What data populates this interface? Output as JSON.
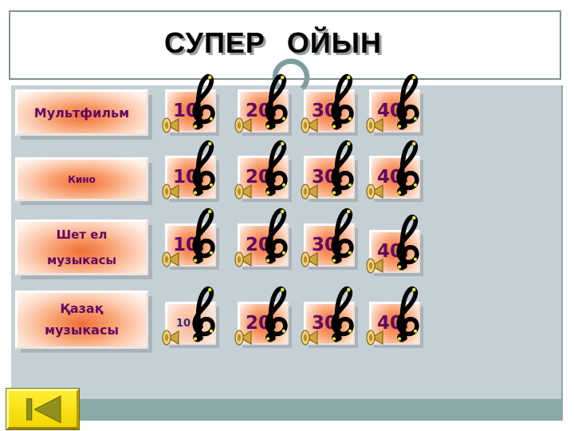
{
  "header": {
    "title": "СУПЕР ОЙЫН"
  },
  "categories": [
    {
      "label": "Мультфильм"
    },
    {
      "label": "Кино"
    },
    {
      "label": "Шет ел музыкасы"
    },
    {
      "label": "Қазақ музыкасы"
    }
  ],
  "grid": {
    "rows": [
      {
        "cells": [
          {
            "points": "10"
          },
          {
            "points": "20"
          },
          {
            "points": "30"
          },
          {
            "points": "40"
          }
        ]
      },
      {
        "cells": [
          {
            "points": "10"
          },
          {
            "points": "20"
          },
          {
            "points": "30"
          },
          {
            "points": "40"
          }
        ]
      },
      {
        "cells": [
          {
            "points": "10"
          },
          {
            "points": "20"
          },
          {
            "points": "30"
          },
          {
            "points": "40"
          }
        ]
      },
      {
        "cells": [
          {
            "points": "10"
          },
          {
            "points": "20"
          },
          {
            "points": "30"
          },
          {
            "points": "40"
          }
        ]
      }
    ]
  },
  "icons": {
    "cell_music": "treble-clef",
    "cell_sound": "speaker",
    "header_shape": "loop-arrow",
    "navigation": "skip-to-start"
  },
  "colors": {
    "title_text": "#000000",
    "panel_bg": "#c5d0d6",
    "bottom_band": "#8aa9a6",
    "button_hot_center": "#ef6f3a",
    "button_text": "#5f0a66",
    "small_points_text": "#2f2f7d",
    "back_button_bg": "#ffee33",
    "back_icon": "#90901c",
    "clef": "#000000",
    "speaker_gold": "#f0d37a",
    "loop_arrow": "#7e9da0",
    "box_border": "#7f9193"
  }
}
